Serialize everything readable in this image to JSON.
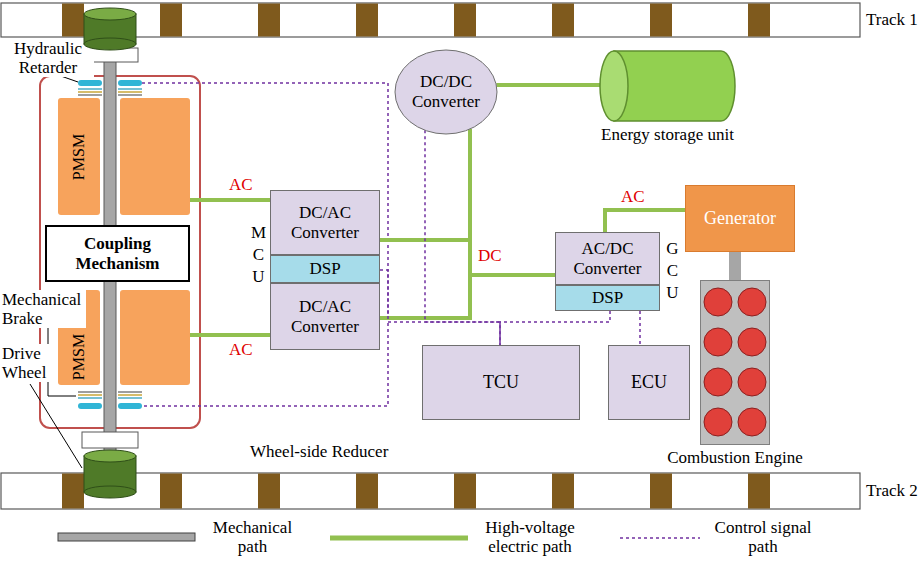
{
  "diagram": {
    "nodes": [
      {
        "text": [
          "Track 1"
        ]
      },
      {
        "text": [
          "PMSM"
        ]
      },
      {
        "text": [
          "Coupling Mechanism"
        ]
      },
      {
        "text": [
          "PMSM"
        ]
      },
      {
        "text": [
          "DC/AC Converter"
        ]
      },
      {
        "text": [
          "DSP"
        ]
      },
      {
        "text": [
          "DC/AC Converter"
        ]
      },
      {
        "text": [
          "DC/DC Converter"
        ]
      },
      {
        "text": [
          "Energy storage unit"
        ]
      },
      {
        "text": [
          "Generator"
        ]
      },
      {
        "text": [
          "AC/DC Converter"
        ]
      },
      {
        "text": [
          "DSP"
        ]
      },
      {
        "text": [
          "TCU"
        ]
      },
      {
        "text": [
          "ECU"
        ]
      },
      {
        "text": [
          "Combustion Engine"
        ]
      },
      {
        "text": [
          "Track 2"
        ]
      }
    ],
    "edges": [
      {
        "from": 1,
        "to": 4,
        "arrow": "none",
        "label": "AC"
      },
      {
        "from": 3,
        "to": 6,
        "arrow": "none",
        "label": "AC"
      },
      {
        "from": 4,
        "to": 7,
        "arrow": "none"
      },
      {
        "from": 6,
        "to": 7,
        "arrow": "none"
      },
      {
        "from": 4,
        "to": 10,
        "arrow": "none"
      },
      {
        "from": 6,
        "to": 10,
        "arrow": "none"
      },
      {
        "from": 7,
        "to": 10,
        "arrow": "none"
      },
      {
        "from": 7,
        "to": 8,
        "arrow": "none"
      },
      {
        "from": 9,
        "to": 10,
        "arrow": "none",
        "label": "AC"
      },
      {
        "from": 9,
        "to": 14,
        "arrow": "none"
      },
      {
        "from": 5,
        "to": 12,
        "arrow": "none"
      },
      {
        "from": 7,
        "to": 12,
        "arrow": "none"
      },
      {
        "from": 11,
        "to": 12,
        "arrow": "none"
      },
      {
        "from": 11,
        "to": 13,
        "arrow": "none"
      }
    ],
    "labels": [
      "Hydraulic Retarder",
      "Mechanical Brake",
      "Drive Wheel",
      "MCU",
      "DC",
      "GCU",
      "Wheel-side Reducer"
    ],
    "legend": [
      {
        "text": "Mechanical path"
      },
      {
        "text": "High-voltage electric path"
      },
      {
        "text": "Control signal path"
      }
    ]
  }
}
